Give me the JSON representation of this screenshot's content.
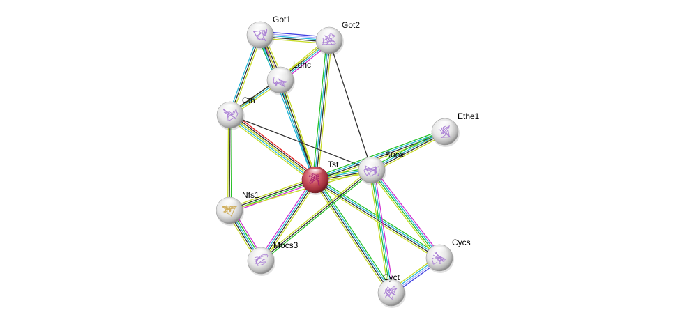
{
  "title": "Protein interaction network",
  "query_protein": "Tst",
  "colors": {
    "query_node": "#c0404c",
    "node": "#e8e8e8",
    "structure": "#a070d0",
    "structure_nfs1": "#c8a040"
  },
  "edge_type_colors": {
    "textmining": "#c8dc28",
    "coexpression": "#303030",
    "database": "#28b8d8",
    "neighborhood": "#28c028",
    "experiments": "#d030d0",
    "homology": "#4040e0",
    "fusion": "#e02020",
    "cooccurrence": "#b0b0ff"
  },
  "nodes": [
    {
      "id": "Got1",
      "label": "Got1",
      "query": false
    },
    {
      "id": "Got2",
      "label": "Got2",
      "query": false
    },
    {
      "id": "Ldhc",
      "label": "Ldhc",
      "query": false
    },
    {
      "id": "Cth",
      "label": "Cth",
      "query": false
    },
    {
      "id": "Ethe1",
      "label": "Ethe1",
      "query": false
    },
    {
      "id": "Tst",
      "label": "Tst",
      "query": true
    },
    {
      "id": "Suox",
      "label": "Suox",
      "query": false
    },
    {
      "id": "Nfs1",
      "label": "Nfs1",
      "query": false
    },
    {
      "id": "Mocs3",
      "label": "Mocs3",
      "query": false
    },
    {
      "id": "Cycs",
      "label": "Cycs",
      "query": false
    },
    {
      "id": "Cyct",
      "label": "Cyct",
      "query": false
    }
  ],
  "edges": [
    {
      "source": "Got1",
      "target": "Got2",
      "types": [
        "homology",
        "cooccurrence",
        "database",
        "coexpression",
        "textmining"
      ]
    },
    {
      "source": "Got1",
      "target": "Ldhc",
      "types": [
        "textmining",
        "coexpression",
        "experiments",
        "database",
        "neighborhood"
      ]
    },
    {
      "source": "Got1",
      "target": "Cth",
      "types": [
        "textmining",
        "coexpression",
        "database"
      ]
    },
    {
      "source": "Got1",
      "target": "Tst",
      "types": [
        "textmining",
        "coexpression",
        "database"
      ]
    },
    {
      "source": "Got2",
      "target": "Ldhc",
      "types": [
        "experiments",
        "database",
        "coexpression",
        "textmining"
      ]
    },
    {
      "source": "Got2",
      "target": "Tst",
      "types": [
        "textmining",
        "coexpression",
        "database",
        "neighborhood"
      ]
    },
    {
      "source": "Got2",
      "target": "Suox",
      "types": [
        "coexpression"
      ]
    },
    {
      "source": "Got2",
      "target": "Cth",
      "types": [
        "textmining"
      ]
    },
    {
      "source": "Ldhc",
      "target": "Cth",
      "types": [
        "textmining",
        "database",
        "coexpression"
      ]
    },
    {
      "source": "Ldhc",
      "target": "Tst",
      "types": [
        "textmining",
        "coexpression",
        "database"
      ]
    },
    {
      "source": "Cth",
      "target": "Tst",
      "types": [
        "fusion",
        "coexpression",
        "neighborhood",
        "database",
        "textmining"
      ]
    },
    {
      "source": "Cth",
      "target": "Suox",
      "types": [
        "coexpression"
      ]
    },
    {
      "source": "Cth",
      "target": "Nfs1",
      "types": [
        "neighborhood",
        "coexpression",
        "textmining"
      ]
    },
    {
      "source": "Cth",
      "target": "Tst",
      "types": [
        "textmining"
      ]
    },
    {
      "source": "Tst",
      "target": "Suox",
      "types": [
        "neighborhood",
        "database",
        "coexpression",
        "textmining"
      ]
    },
    {
      "source": "Tst",
      "target": "Ethe1",
      "types": [
        "neighborhood",
        "database",
        "coexpression",
        "textmining"
      ]
    },
    {
      "source": "Tst",
      "target": "Nfs1",
      "types": [
        "experiments",
        "neighborhood",
        "coexpression",
        "textmining"
      ]
    },
    {
      "source": "Tst",
      "target": "Mocs3",
      "types": [
        "textmining",
        "coexpression",
        "database",
        "experiments"
      ]
    },
    {
      "source": "Tst",
      "target": "Cycs",
      "types": [
        "neighborhood",
        "database",
        "coexpression",
        "textmining"
      ]
    },
    {
      "source": "Tst",
      "target": "Cyct",
      "types": [
        "neighborhood",
        "database",
        "coexpression",
        "textmining"
      ]
    },
    {
      "source": "Suox",
      "target": "Ethe1",
      "types": [
        "neighborhood",
        "database",
        "coexpression",
        "textmining"
      ]
    },
    {
      "source": "Suox",
      "target": "Cycs",
      "types": [
        "experiments",
        "database",
        "neighborhood",
        "textmining"
      ]
    },
    {
      "source": "Suox",
      "target": "Cyct",
      "types": [
        "experiments",
        "database",
        "neighborhood",
        "textmining"
      ]
    },
    {
      "source": "Suox",
      "target": "Nfs1",
      "types": [
        "textmining"
      ]
    },
    {
      "source": "Suox",
      "target": "Mocs3",
      "types": [
        "neighborhood",
        "coexpression",
        "textmining"
      ]
    },
    {
      "source": "Nfs1",
      "target": "Mocs3",
      "types": [
        "experiments",
        "neighborhood",
        "database",
        "coexpression",
        "textmining"
      ]
    },
    {
      "source": "Cycs",
      "target": "Cyct",
      "types": [
        "homology",
        "cooccurrence",
        "database",
        "textmining"
      ]
    }
  ]
}
